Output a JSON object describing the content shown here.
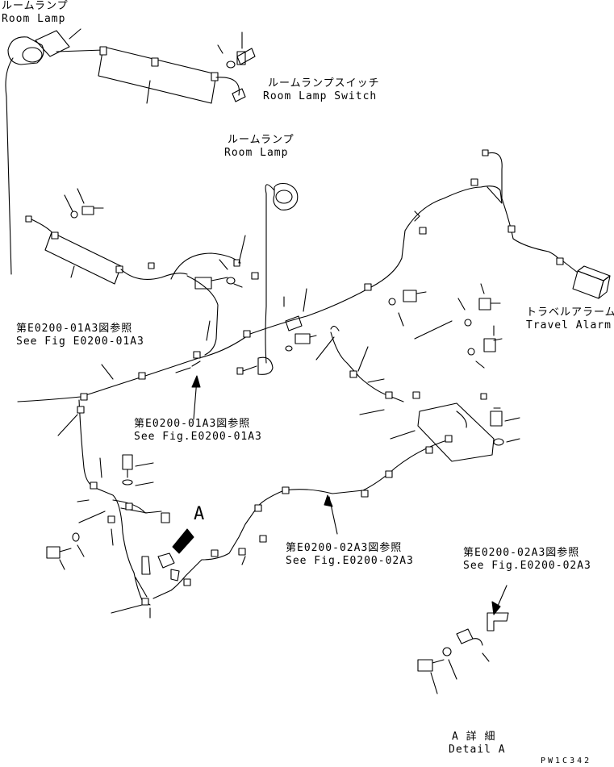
{
  "labels": {
    "room_lamp_top_ja": "ルームランプ",
    "room_lamp_top_en": "Room Lamp",
    "room_lamp_switch_ja": "ルームランプスイッチ",
    "room_lamp_switch_en": "Room Lamp Switch",
    "room_lamp_mid_ja": "ルームランプ",
    "room_lamp_mid_en": "Room Lamp",
    "travel_alarm_ja": "トラベルアラーム",
    "travel_alarm_en": "Travel Alarm",
    "see_fig_01_left_ja": "第E0200-01A3図参照",
    "see_fig_01_left_en": "See Fig E0200-01A3",
    "see_fig_01_center_ja": "第E0200-01A3図参照",
    "see_fig_01_center_en": "See Fig.E0200-01A3",
    "see_fig_02_center_ja": "第E0200-02A3図参照",
    "see_fig_02_center_en": "See Fig.E0200-02A3",
    "see_fig_02_right_ja": "第E0200-02A3図参照",
    "see_fig_02_right_en": "See Fig.E0200-02A3",
    "view_a": "A",
    "detail_a_ja": "A 詳 細",
    "detail_a_en": "Detail A",
    "drawing_code": "PW1C342"
  }
}
